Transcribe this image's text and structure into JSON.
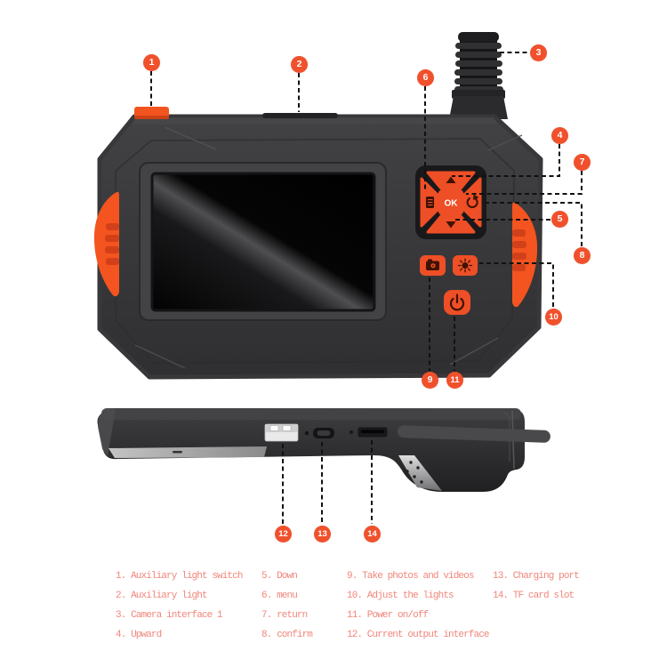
{
  "colors": {
    "callout_circle": "#f0512c",
    "button_orange": "#ee4f26",
    "grip_orange": "#f4541f",
    "device_body_dark": "#39393b",
    "screen_black": "#060606",
    "legend_text": "#f0867b",
    "background": "#ffffff"
  },
  "device": {
    "ok_label": "OK"
  },
  "callouts": [
    {
      "number": "1"
    },
    {
      "number": "2"
    },
    {
      "number": "3"
    },
    {
      "number": "4"
    },
    {
      "number": "5"
    },
    {
      "number": "6"
    },
    {
      "number": "7"
    },
    {
      "number": "8"
    },
    {
      "number": "9"
    },
    {
      "number": "10"
    },
    {
      "number": "11"
    },
    {
      "number": "12"
    },
    {
      "number": "13"
    },
    {
      "number": "14"
    }
  ],
  "legend": {
    "columns": [
      {
        "items": [
          "1. Auxiliary light switch",
          "2. Auxiliary light",
          "3. Camera interface 1",
          "4. Upward"
        ]
      },
      {
        "items": [
          "5. Down",
          "6. menu",
          "7. return",
          "8. confirm"
        ]
      },
      {
        "items": [
          "9. Take photos and videos",
          "10. Adjust the lights",
          "11. Power on/off",
          "12. Current output interface"
        ]
      },
      {
        "items": [
          "13. Charging port",
          "14. TF card slot"
        ]
      }
    ]
  }
}
